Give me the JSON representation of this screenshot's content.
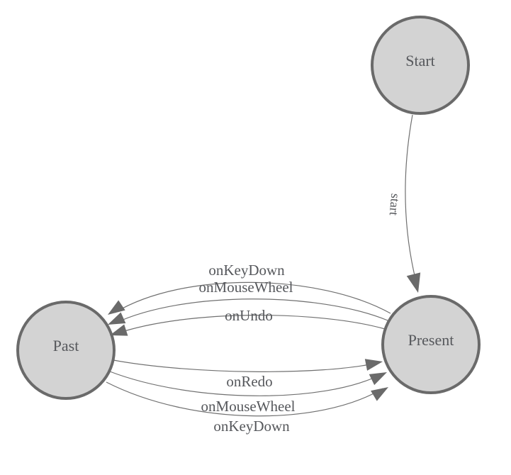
{
  "diagram": {
    "type": "state-machine",
    "background": "#ffffff",
    "colors": {
      "node_fill": "#d3d3d3",
      "node_border": "#6a6a6a",
      "edge_line": "#707070",
      "arrow_fill": "#6a6a6a",
      "text": "#56585c"
    },
    "nodes": [
      {
        "id": "start",
        "label": "Start"
      },
      {
        "id": "present",
        "label": "Present"
      },
      {
        "id": "past",
        "label": "Past"
      }
    ],
    "edges": [
      {
        "id": "start-to-present",
        "from": "Start",
        "to": "Present",
        "label": "start"
      },
      {
        "id": "present-to-past-keydown",
        "from": "Present",
        "to": "Past",
        "label": "onKeyDown"
      },
      {
        "id": "present-to-past-mousewheel",
        "from": "Present",
        "to": "Past",
        "label": "onMouseWheel"
      },
      {
        "id": "present-to-past-undo",
        "from": "Present",
        "to": "Past",
        "label": "onUndo"
      },
      {
        "id": "past-to-present-redo",
        "from": "Past",
        "to": "Present",
        "label": "onRedo"
      },
      {
        "id": "past-to-present-mousewheel",
        "from": "Past",
        "to": "Present",
        "label": "onMouseWheel"
      },
      {
        "id": "past-to-present-keydown",
        "from": "Past",
        "to": "Present",
        "label": "onKeyDown"
      }
    ]
  }
}
